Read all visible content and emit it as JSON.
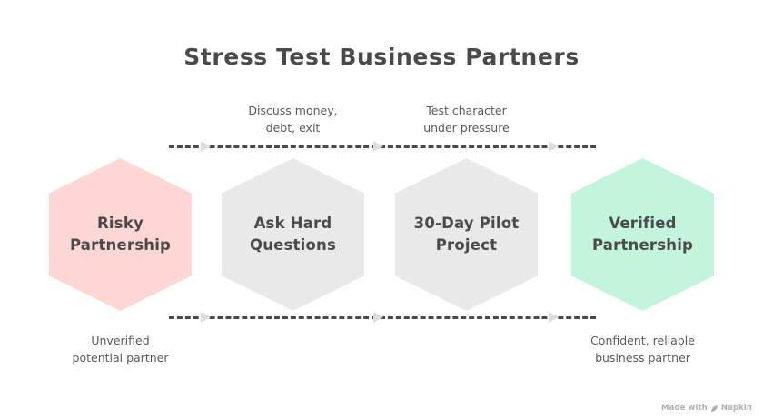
{
  "title": "Stress Test Business Partners",
  "colors": {
    "risk": "#fcd7d4",
    "neutral": "#e9e9e9",
    "success": "#c3f4dc",
    "text": "#4a4a4a",
    "caption": "#595959",
    "arrow": "#dddddd"
  },
  "steps": [
    {
      "label": "Risky\nPartnership",
      "tone": "risk"
    },
    {
      "label": "Ask Hard\nQuestions",
      "tone": "neutral"
    },
    {
      "label": "30-Day Pilot\nProject",
      "tone": "neutral"
    },
    {
      "label": "Verified\nPartnership",
      "tone": "success"
    }
  ],
  "captions": {
    "top": [
      "Discuss money,\ndebt, exit",
      "Test character\nunder pressure"
    ],
    "bottom": [
      "Unverified\npotential partner",
      "Confident, reliable\nbusiness partner"
    ]
  },
  "connectors": {
    "arrow_count": 3,
    "style": "dashed"
  },
  "watermark": {
    "text_before": "Made with",
    "icon": "napkin-leaf-icon",
    "brand": "Napkin"
  },
  "chart_data": {
    "type": "diagram",
    "subtype": "linear-process-flow",
    "title": "Stress Test Business Partners",
    "nodes": [
      {
        "index": 0,
        "label": "Risky Partnership",
        "color": "#fcd7d4",
        "role": "start-state"
      },
      {
        "index": 1,
        "label": "Ask Hard Questions",
        "color": "#e9e9e9",
        "role": "action"
      },
      {
        "index": 2,
        "label": "30-Day Pilot Project",
        "color": "#e9e9e9",
        "role": "action"
      },
      {
        "index": 3,
        "label": "Verified Partnership",
        "color": "#c3f4dc",
        "role": "end-state"
      }
    ],
    "annotations_above": [
      {
        "attached_to": 1,
        "text": "Discuss money, debt, exit"
      },
      {
        "attached_to": 2,
        "text": "Test character under pressure"
      }
    ],
    "annotations_below": [
      {
        "attached_to": 0,
        "text": "Unverified potential partner"
      },
      {
        "attached_to": 3,
        "text": "Confident, reliable business partner"
      }
    ],
    "flow_direction": "left-to-right"
  }
}
